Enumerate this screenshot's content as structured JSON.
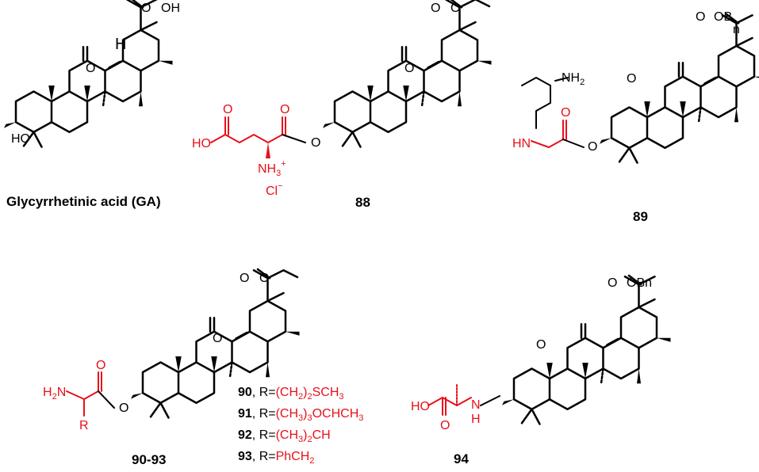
{
  "colors": {
    "text": "#000000",
    "highlight": "#e8101a",
    "background": "#ffffff"
  },
  "compounds": [
    {
      "id": "ga",
      "label": "Glycyrrhetinic acid (GA)",
      "ester": "OH",
      "group": "HO"
    },
    {
      "id": "c88",
      "label": "88",
      "ester": "O",
      "group": "HO",
      "ammonium": "NH",
      "counterion": "Cl"
    },
    {
      "id": "c89",
      "label": "89",
      "ester": "OB",
      "ester_suffix": "n",
      "amine": "NH",
      "linker": "HN"
    },
    {
      "id": "c90",
      "label": "90-93",
      "ester": "O",
      "amine": "H",
      "amine_n": "N",
      "r_group": "R"
    },
    {
      "id": "c94",
      "label": "94",
      "ester": "OBn",
      "acid": "HO",
      "amine": "N",
      "amine_h": "H"
    }
  ],
  "r_table": [
    {
      "num": "90",
      "r": "(CH",
      "r_sub": "2",
      "r_rest": ")",
      "r_sub2": "2",
      "r_end": "SCH",
      "r_sub3": "3"
    },
    {
      "num": "91",
      "r": "(CH",
      "r_sub": "3",
      "r_rest": ")",
      "r_sub2": "3",
      "r_end": "OCHCH",
      "r_sub3": "3"
    },
    {
      "num": "92",
      "r": "(CH",
      "r_sub": "3",
      "r_rest": ")",
      "r_sub2": "2",
      "r_end": "CH",
      "r_sub3": ""
    },
    {
      "num": "93",
      "r": "PhCH",
      "r_sub": "2",
      "r_rest": "",
      "r_sub2": "",
      "r_end": "",
      "r_sub3": ""
    }
  ],
  "atoms": {
    "O": "O",
    "H": "H",
    "plus": "+",
    "minus": "−",
    "two": "2",
    "three": "3",
    "eq": "R="
  }
}
